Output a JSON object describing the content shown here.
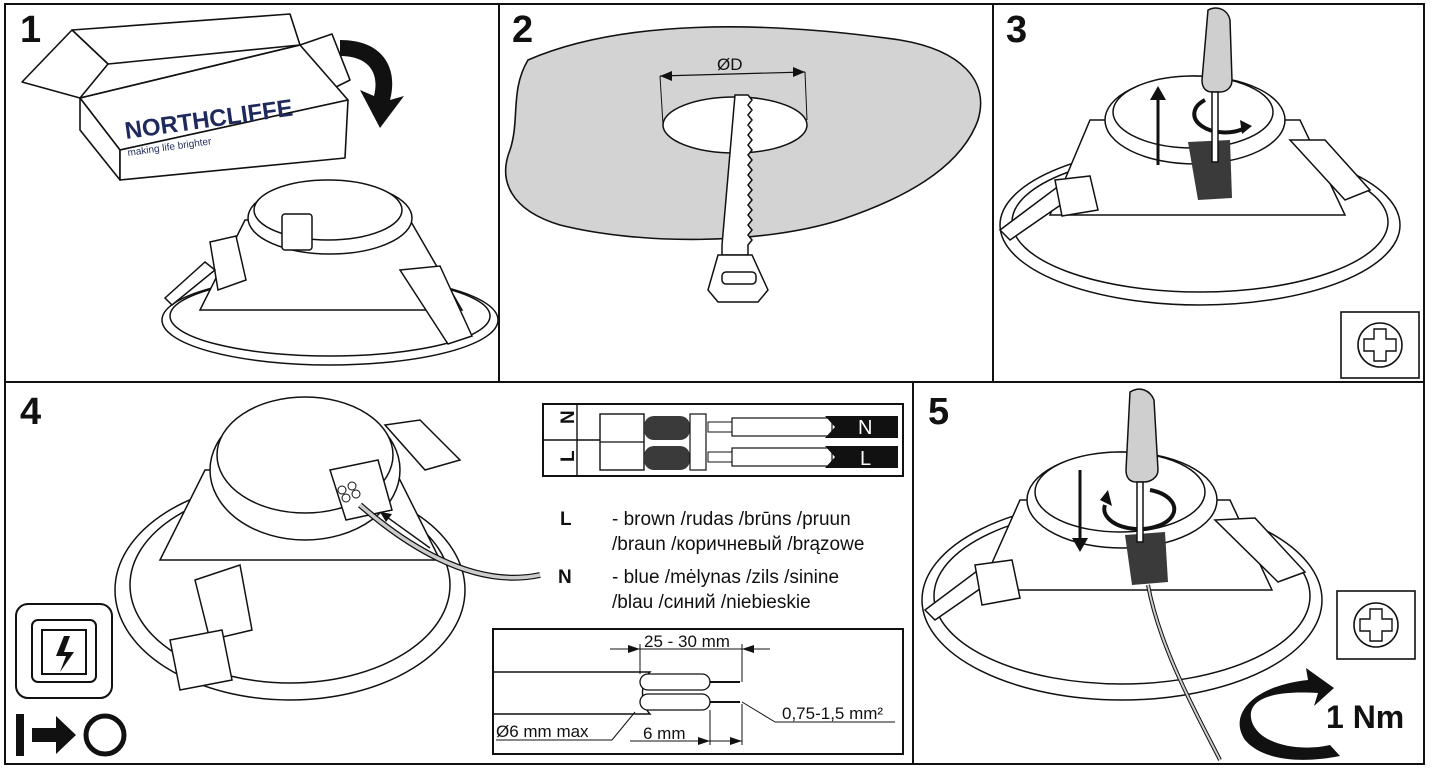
{
  "panels": {
    "p1": {
      "number": "1",
      "brand": "NORTHCLIFFE",
      "tagline": "making life brighter"
    },
    "p2": {
      "number": "2",
      "diameter_label": "ØD"
    },
    "p3": {
      "number": "3"
    },
    "p4": {
      "number": "4",
      "terminal": {
        "n_label": "N",
        "l_label": "L",
        "side_n": "N",
        "side_l": "L"
      },
      "legend": [
        {
          "key": "L",
          "line1": "- brown /rudas /brūns /pruun",
          "line2": "/braun /коричневый /brązowe"
        },
        {
          "key": "N",
          "line1": "- blue /mėlynas /zils /sinine",
          "line2": "/blau /синий /niebieskie"
        }
      ],
      "cable": {
        "strip_len": "25 - 30 mm",
        "diam": "Ø6 mm max",
        "wire_strip": "6 mm",
        "cross_section": "0,75-1,5 mm²"
      }
    },
    "p5": {
      "number": "5",
      "torque": "1 Nm"
    }
  },
  "colors": {
    "line": "#111111",
    "ceiling": "#d3d3d3",
    "dark_part": "#3a3a3a"
  },
  "icons": [
    "box-icon",
    "rotate-arrow-icon",
    "saw-icon",
    "screwdriver-icon",
    "phillips-icon",
    "power-switch-icon",
    "off-arrow-icon",
    "torque-arrow-icon"
  ]
}
